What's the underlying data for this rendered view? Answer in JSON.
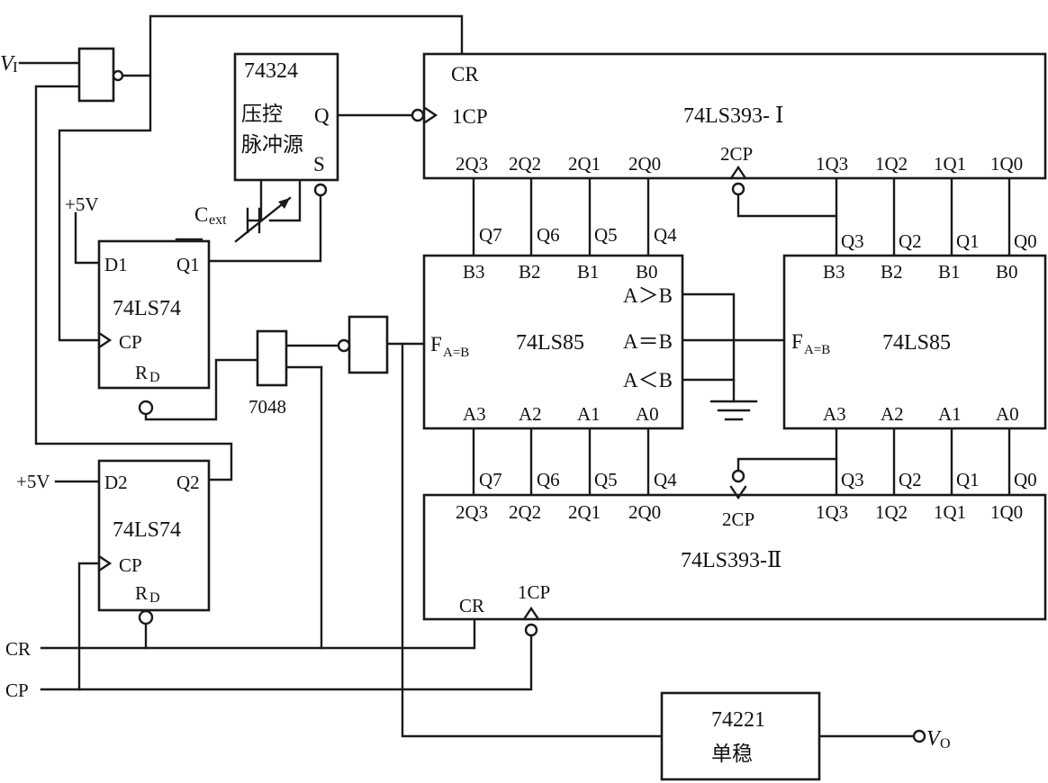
{
  "chips": {
    "vco": {
      "part": "74324",
      "line1": "压控",
      "line2": "脉冲源",
      "q": "Q",
      "s": "S"
    },
    "counter1": {
      "name": "74LS393- Ⅰ",
      "cr": "CR",
      "cp1": "1CP",
      "cp2": "2CP",
      "outputs": [
        "2Q3",
        "2Q2",
        "2Q1",
        "2Q0",
        "1Q3",
        "1Q2",
        "1Q1",
        "1Q0"
      ]
    },
    "counter2": {
      "name": "74LS393-Ⅱ",
      "cr": "CR",
      "cp1": "1CP",
      "cp2": "2CP",
      "outputs": [
        "2Q3",
        "2Q2",
        "2Q1",
        "2Q0",
        "1Q3",
        "1Q2",
        "1Q1",
        "1Q0"
      ]
    },
    "comp_left": {
      "name": "74LS85",
      "b": [
        "B3",
        "B2",
        "B1",
        "B0"
      ],
      "a": [
        "A3",
        "A2",
        "A1",
        "A0"
      ],
      "gt": "A＞B",
      "eq": "A＝B",
      "lt": "A＜B",
      "f": "F",
      "fsub": "A=B"
    },
    "comp_right": {
      "name": "74LS85",
      "b": [
        "B3",
        "B2",
        "B1",
        "B0"
      ],
      "a": [
        "A3",
        "A2",
        "A1",
        "A0"
      ],
      "f": "F",
      "fsub": "A=B"
    },
    "ff1": {
      "name": "74LS74",
      "d": "D1",
      "qbar": "Q1",
      "cp": "CP",
      "rd": "R",
      "rdsub": "D"
    },
    "ff2": {
      "name": "74LS74",
      "d": "D2",
      "q": "Q2",
      "cp": "CP",
      "rd": "R",
      "rdsub": "D"
    },
    "gate": {
      "name": "7048"
    },
    "mono": {
      "part": "74221",
      "name": "单稳"
    }
  },
  "wire_labels": {
    "upper_bits": [
      "Q7",
      "Q6",
      "Q5",
      "Q4",
      "Q3",
      "Q2",
      "Q1",
      "Q0"
    ],
    "lower_bits": [
      "Q7",
      "Q6",
      "Q5",
      "Q4",
      "Q3",
      "Q2",
      "Q1",
      "Q0"
    ]
  },
  "signals": {
    "vi": "V",
    "vi_sub": "I",
    "vo": "V",
    "vo_sub": "O",
    "supply1": "+5V",
    "supply2": "+5V",
    "cext": "C",
    "cext_sub": "ext",
    "cr": "CR",
    "cp": "CP"
  }
}
